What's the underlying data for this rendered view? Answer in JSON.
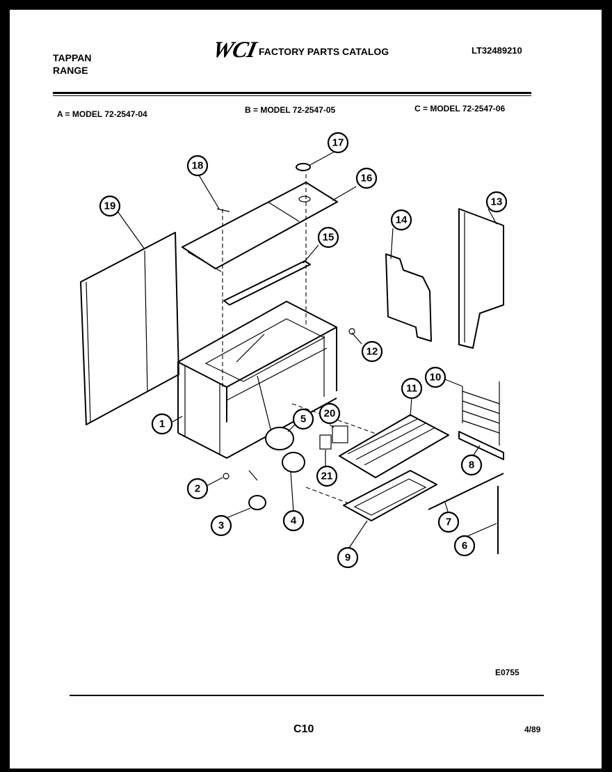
{
  "header": {
    "brand_line1": "TAPPAN",
    "brand_line2": "RANGE",
    "logo_text": "WCI",
    "catalog_title": "FACTORY PARTS CATALOG",
    "catalog_number": "LT32489210"
  },
  "models": [
    "A = MODEL 72-2547-04",
    "B = MODEL 72-2547-05",
    "C = MODEL 72-2547-06"
  ],
  "diagram": {
    "labels": [
      "1",
      "2",
      "3",
      "4",
      "5",
      "6",
      "7",
      "8",
      "9",
      "10",
      "11",
      "12",
      "13",
      "14",
      "15",
      "16",
      "17",
      "18",
      "19",
      "20",
      "21"
    ]
  },
  "footer": {
    "drawing_code": "E0755",
    "page_code": "C10",
    "date": "4/89"
  }
}
